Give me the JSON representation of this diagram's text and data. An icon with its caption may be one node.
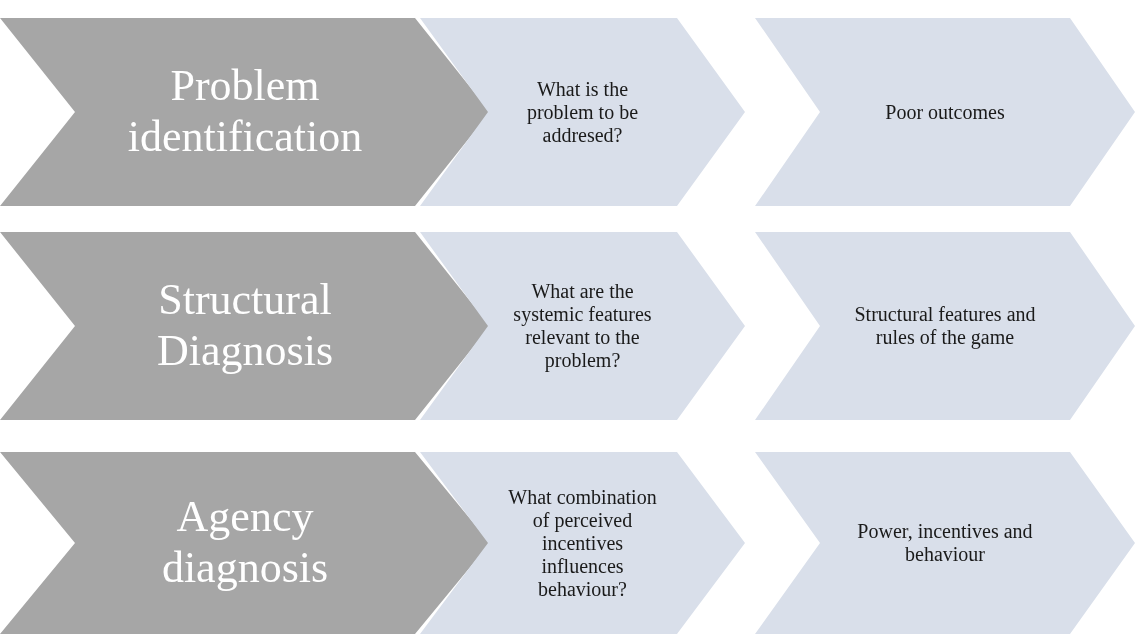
{
  "diagram": {
    "nodes": [
      {
        "text": [
          "Problem identification"
        ]
      },
      {
        "text": [
          "What is the problem to be addresed?"
        ]
      },
      {
        "text": [
          "Poor outcomes"
        ]
      },
      {
        "text": [
          "Structural Diagnosis"
        ]
      },
      {
        "text": [
          "What are the systemic features relevant to the problem?"
        ]
      },
      {
        "text": [
          "Structural features and rules of the game"
        ]
      },
      {
        "text": [
          "Agency diagnosis"
        ]
      },
      {
        "text": [
          "What combination of perceived incentives influences behaviour?"
        ]
      },
      {
        "text": [
          "Power, incentives and behaviour"
        ]
      }
    ]
  }
}
